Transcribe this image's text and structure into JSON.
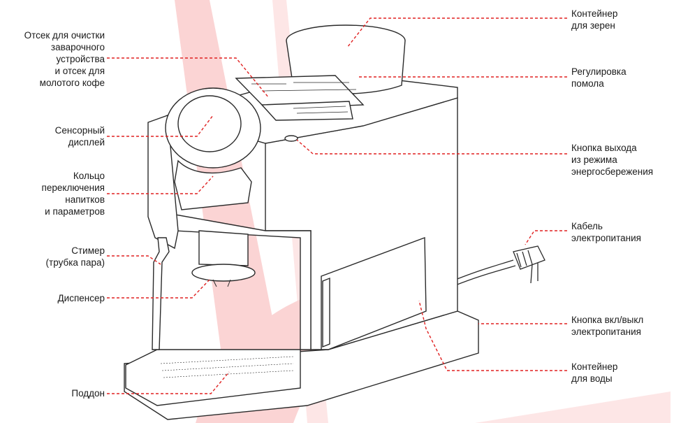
{
  "colors": {
    "leader": "#e02020",
    "watermark": "#fbd4d4",
    "outline": "#2a2a2a",
    "text": "#1a1a1a"
  },
  "diagram": {
    "subject": "coffee-machine",
    "labels_left": {
      "cleaning_compartment": "Отсек для очистки\nзаварочного\nустройства\nи отсек для\nмолотого кофе",
      "touch_display": "Сенсорный\nдисплей",
      "selector_ring": "Кольцо\nпереключения\nнапитков\nи параметров",
      "steamer": "Стимер\n(трубка пара)",
      "dispenser": "Диспенсер",
      "drip_tray": "Поддон"
    },
    "labels_right": {
      "bean_container": "Контейнер\nдля зерен",
      "grind_adjust": "Регулировка\nпомола",
      "eco_exit_button": "Кнопка выхода\nиз режима\nэнергосбережения",
      "power_cable": "Кабель\nэлектропитания",
      "power_button": "Кнопка вкл/выкл\nэлектропитания",
      "water_container": "Контейнер\nдля воды"
    }
  }
}
